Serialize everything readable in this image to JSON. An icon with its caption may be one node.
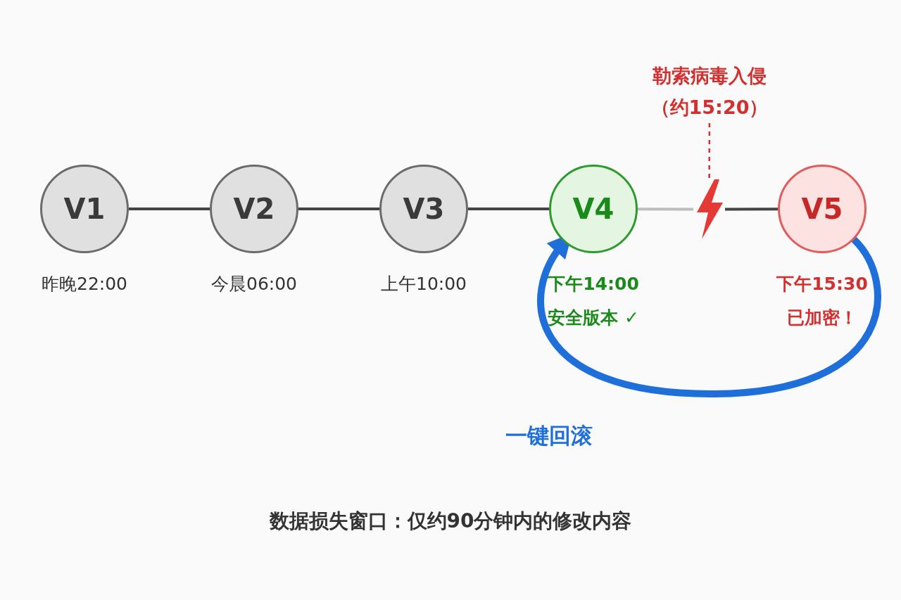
{
  "diagram": {
    "nodes": [
      {
        "text": [
          "V1"
        ],
        "beside": [
          "昨晚22:00"
        ]
      },
      {
        "text": [
          "V2"
        ],
        "beside": [
          "今晨06:00"
        ]
      },
      {
        "text": [
          "V3"
        ],
        "beside": [
          "上午10:00"
        ]
      },
      {
        "text": [
          "V4"
        ],
        "beside": [
          "下午14:00",
          "安全版本 ✓"
        ]
      },
      {
        "text": [
          "勒索病毒入侵（约15:20）"
        ]
      },
      {
        "text": [],
        "shape": "lightning"
      },
      {
        "text": [
          "V5"
        ],
        "beside": [
          "下午15:30",
          "已加密！"
        ]
      }
    ],
    "edges": [
      {
        "from": 0,
        "to": 1,
        "arrow": "none"
      },
      {
        "from": 1,
        "to": 2,
        "arrow": "none"
      },
      {
        "from": 2,
        "to": 3,
        "arrow": "none"
      },
      {
        "from": 3,
        "to": 5,
        "arrow": "none",
        "color": "#bdbdbd"
      },
      {
        "from": 5,
        "to": 6,
        "arrow": "none"
      },
      {
        "from": 4,
        "to": 5,
        "arrow": "none",
        "style": "dashed",
        "color": "#d32f2f"
      },
      {
        "from": 6,
        "to": 3,
        "arrow": "to",
        "style": "thick",
        "color": "#1e6fd9",
        "label": "一键回滚"
      }
    ],
    "caption": "数据损失窗口：仅约90分钟内的修改内容"
  }
}
